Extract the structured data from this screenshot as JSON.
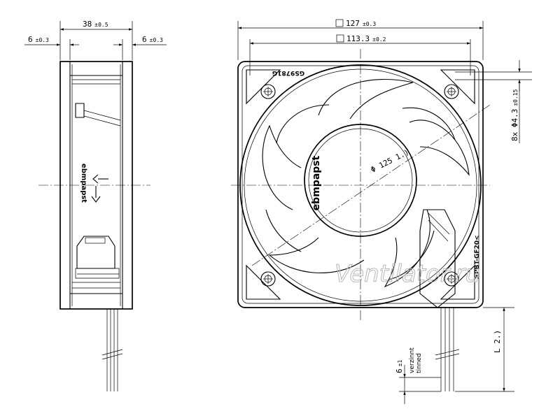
{
  "side_view": {
    "depth": {
      "value": "38",
      "tol": "±0.5"
    },
    "left_offset": {
      "value": "6",
      "tol": "±0.3"
    },
    "right_offset": {
      "value": "6",
      "tol": "±0.3"
    },
    "brand": "ebmpapst"
  },
  "front_view": {
    "outer_square": {
      "value": "127",
      "tol": "±0.3"
    },
    "hole_spacing": {
      "value": "113.3",
      "tol": "±0.2"
    },
    "holes": {
      "prefix": "8x Φ4.3",
      "tol": "±0.15"
    },
    "diameter": "Φ 125 1.)",
    "brand": "ebmpapst",
    "part_code": "GS9781G",
    "material": ">PBT-GF20<",
    "lead_length": "L 2.)",
    "strip": {
      "value": "6",
      "tol": "±1",
      "note1": "verzinnt",
      "note2": "tinned"
    }
  },
  "watermark": "Ventilator.ru"
}
